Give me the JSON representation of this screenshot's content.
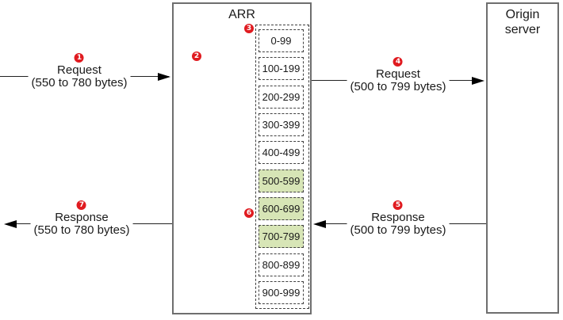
{
  "arr": {
    "title": "ARR"
  },
  "origin": {
    "title": "Origin server"
  },
  "ranges": {
    "items": [
      "0-99",
      "100-199",
      "200-299",
      "300-399",
      "400-499",
      "500-599",
      "600-699",
      "700-799",
      "800-899",
      "900-999"
    ],
    "highlighted": [
      "500-599",
      "600-699",
      "700-799"
    ],
    "highlight_color": "#d7e5b6"
  },
  "arrows": [
    {
      "badge": "1",
      "title": "Request",
      "detail": "(550 to 780 bytes)",
      "direction": "right",
      "from": "client",
      "to": "ARR"
    },
    {
      "badge": "4",
      "title": "Request",
      "detail": "(500 to 799 bytes)",
      "direction": "right",
      "from": "ARR",
      "to": "Origin server"
    },
    {
      "badge": "5",
      "title": "Response",
      "detail": "(500 to 799 bytes)",
      "direction": "left",
      "from": "Origin server",
      "to": "ARR"
    },
    {
      "badge": "7",
      "title": "Response",
      "detail": "(550 to 780 bytes)",
      "direction": "left",
      "from": "ARR",
      "to": "client"
    }
  ],
  "badges": {
    "step2": "2",
    "step3": "3",
    "step6": "6"
  },
  "colors": {
    "badge_red": "#e01b20",
    "highlight_green": "#d7e5b6",
    "box_border": "#6e6e6e",
    "dashed_border": "#404040"
  }
}
